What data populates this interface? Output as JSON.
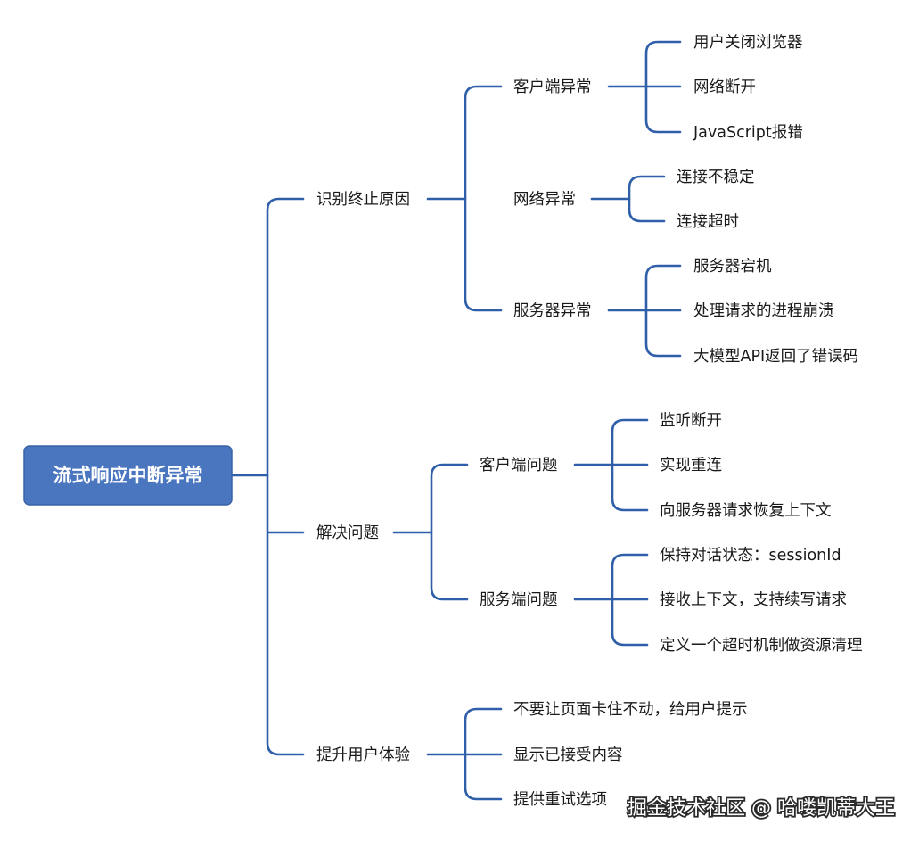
{
  "mindmap": {
    "root": "流式响应中断异常",
    "branches": [
      {
        "label": "识别终止原因",
        "groups": [
          {
            "label": "客户端异常",
            "items": [
              "用户关闭浏览器",
              "网络断开",
              "JavaScript报错"
            ]
          },
          {
            "label": "网络异常",
            "items": [
              "连接不稳定",
              "连接超时"
            ]
          },
          {
            "label": "服务器异常",
            "items": [
              "服务器宕机",
              "处理请求的进程崩溃",
              "大模型API返回了错误码"
            ]
          }
        ]
      },
      {
        "label": "解决问题",
        "groups": [
          {
            "label": "客户端问题",
            "items": [
              "监听断开",
              "实现重连",
              "向服务器请求恢复上下文"
            ]
          },
          {
            "label": "服务端问题",
            "items": [
              "保持对话状态：sessionId",
              "接收上下文，支持续写请求",
              "定义一个超时机制做资源清理"
            ]
          }
        ]
      },
      {
        "label": "提升用户体验",
        "items": [
          "不要让页面卡住不动，给用户提示",
          "显示已接受内容",
          "提供重试选项"
        ]
      }
    ]
  },
  "watermark": "掘金技术社区 @ 哈喽凯蒂大王",
  "colors": {
    "connector": "#2f5fa8",
    "root_fill": "#4a76c0",
    "text": "#1a1a1a"
  }
}
